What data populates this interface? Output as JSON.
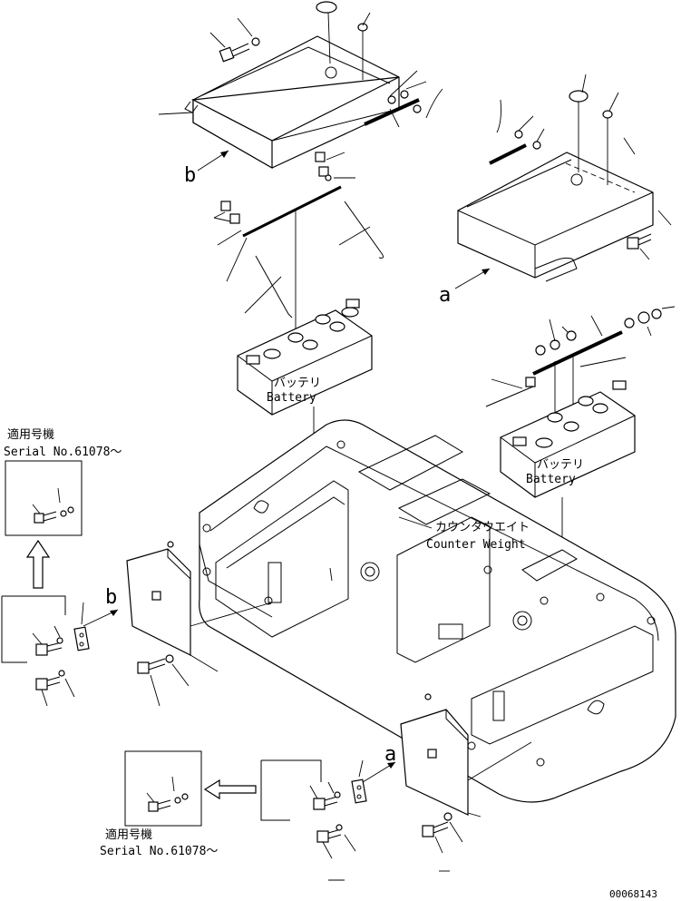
{
  "callouts": {
    "view_a_upper": "a",
    "view_b_upper": "b",
    "view_b_left": "b",
    "view_a_bottom": "a"
  },
  "labels": {
    "battery_left_jp": "バッテリ",
    "battery_left_en": "Battery",
    "battery_right_jp": "バッテリ",
    "battery_right_en": "Battery",
    "counterweight_jp": "カウンタウエイト",
    "counterweight_en": "Counter Weight"
  },
  "serial_notes": {
    "left_line1": "適用号機",
    "left_line2": "Serial No.61078～",
    "bottom_line1": "適用号機",
    "bottom_line2": "Serial No.61078～"
  },
  "figure_number": "00068143"
}
